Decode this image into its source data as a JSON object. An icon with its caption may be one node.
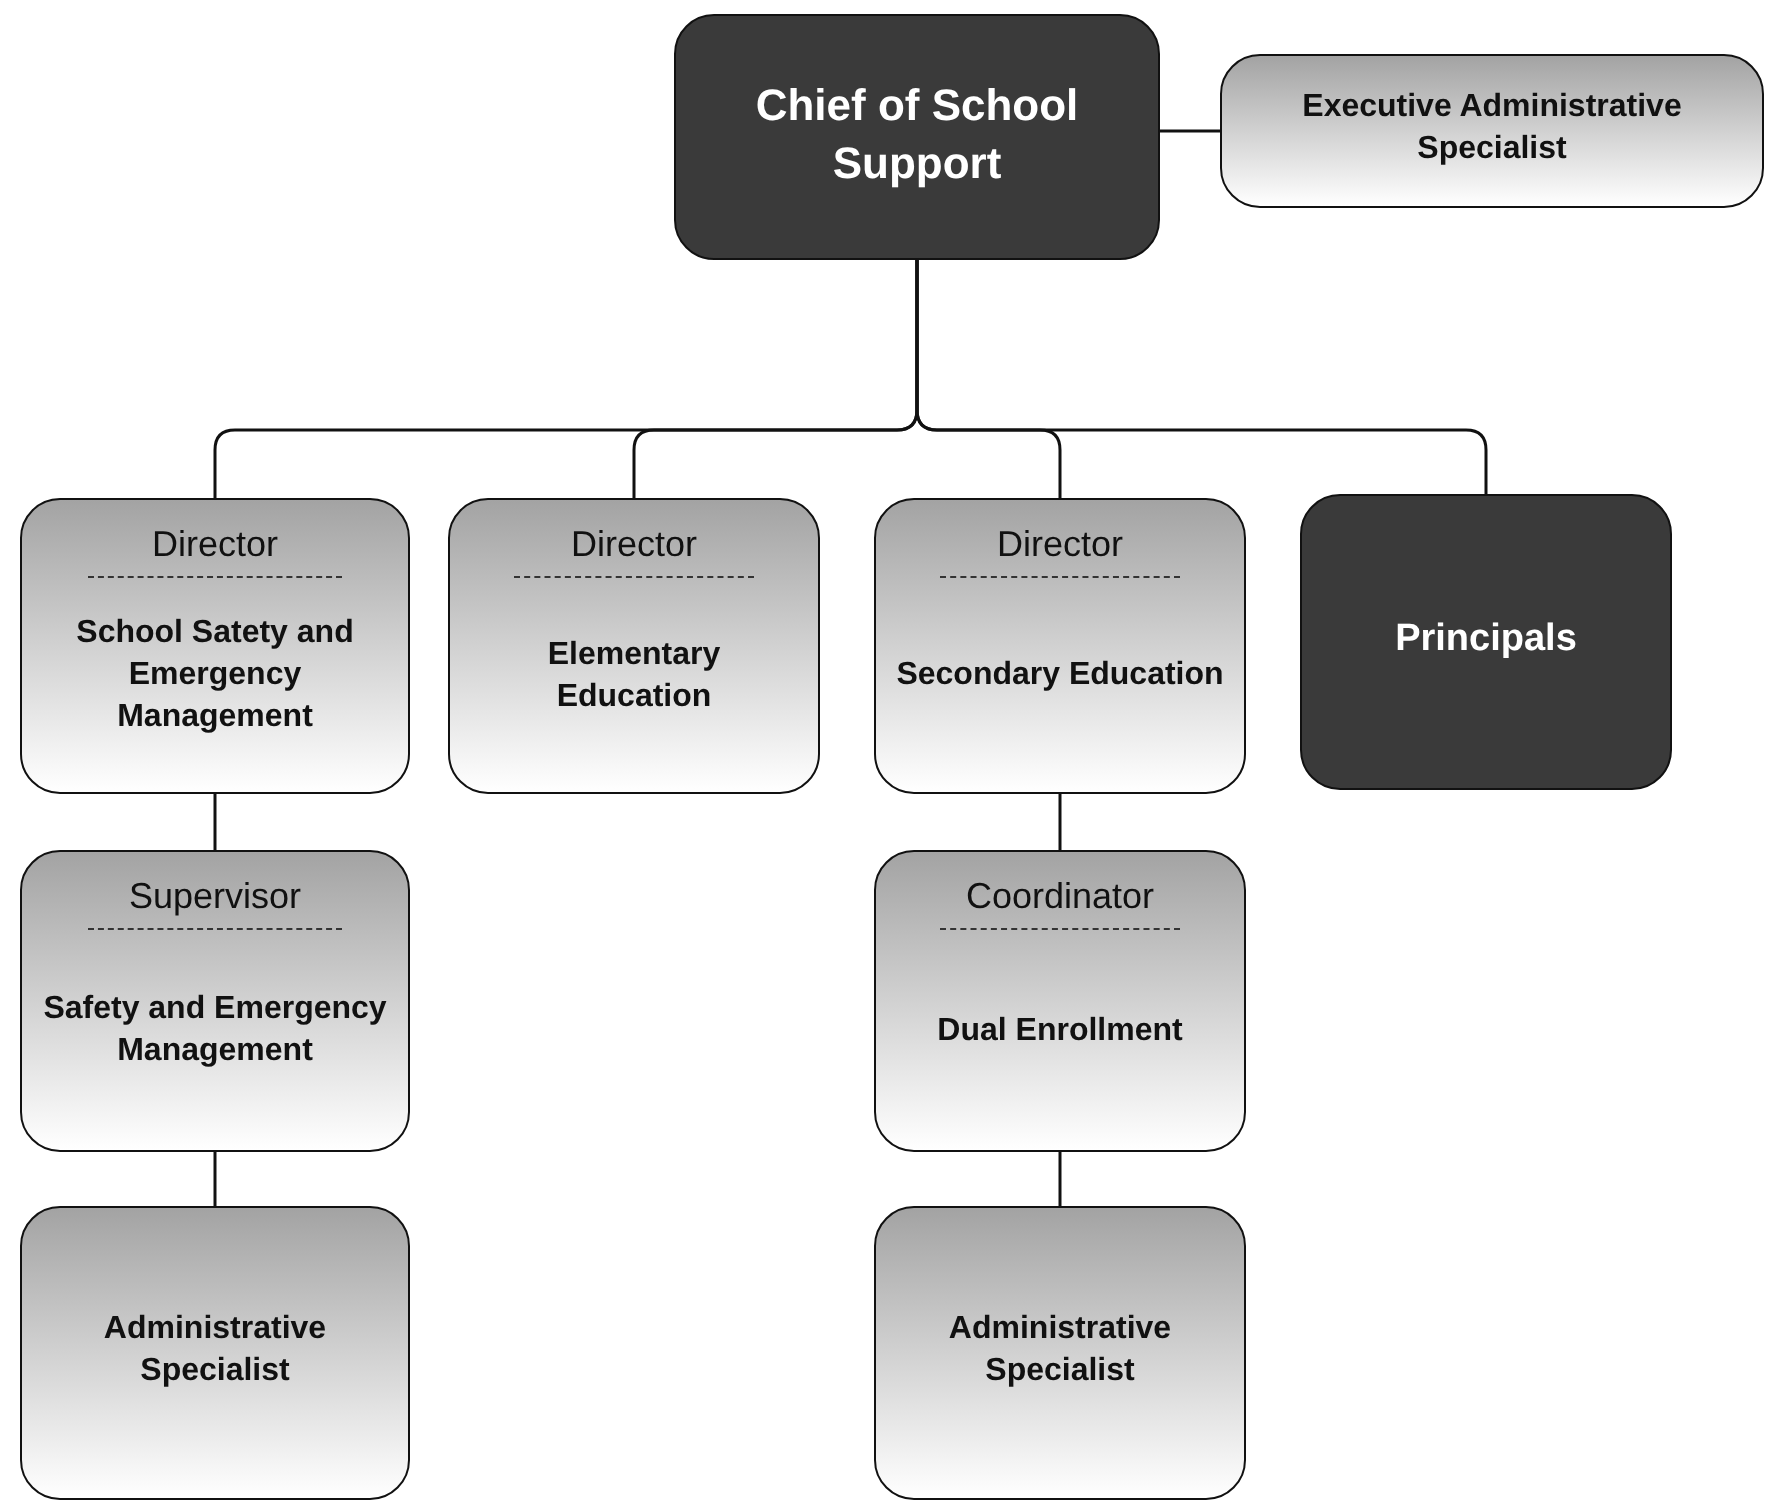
{
  "diagram": {
    "nodes": [
      {
        "text": [
          "Chief of School Support"
        ]
      },
      {
        "text": [
          "Executive Administrative Specialist"
        ]
      },
      {
        "text": [
          "Director",
          "School Satety and Emergency Management"
        ]
      },
      {
        "text": [
          "Director",
          "Elementary Education"
        ]
      },
      {
        "text": [
          "Director",
          "Secondary Education"
        ]
      },
      {
        "text": [
          "Principals"
        ]
      },
      {
        "text": [
          "Supervisor",
          "Safety and Emergency Management"
        ]
      },
      {
        "text": [
          "Administrative Specialist"
        ]
      },
      {
        "text": [
          "Coordinator",
          "Dual Enrollment"
        ]
      },
      {
        "text": [
          "Administrative Specialist"
        ]
      }
    ],
    "edges": [
      {
        "from": 0,
        "to": 1,
        "arrow": "none"
      },
      {
        "from": 0,
        "to": 2,
        "arrow": "none"
      },
      {
        "from": 0,
        "to": 3,
        "arrow": "none"
      },
      {
        "from": 0,
        "to": 4,
        "arrow": "none"
      },
      {
        "from": 0,
        "to": 5,
        "arrow": "none"
      },
      {
        "from": 2,
        "to": 6,
        "arrow": "none"
      },
      {
        "from": 6,
        "to": 7,
        "arrow": "none"
      },
      {
        "from": 4,
        "to": 8,
        "arrow": "none"
      },
      {
        "from": 8,
        "to": 9,
        "arrow": "none"
      }
    ]
  }
}
